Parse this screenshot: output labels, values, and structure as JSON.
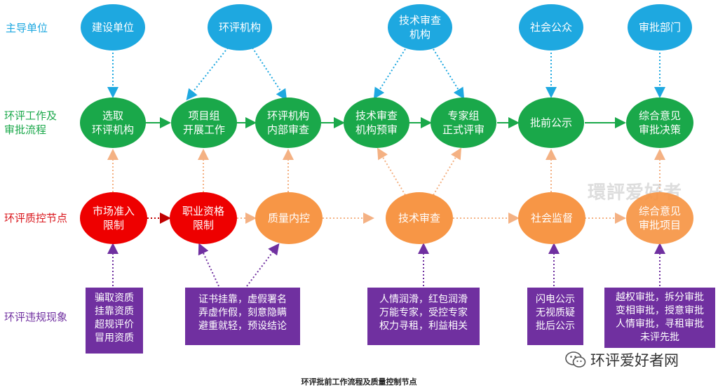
{
  "row_labels": {
    "lead": "主导单位",
    "workflow": [
      "环评工作及",
      "审批流程"
    ],
    "quality": "环评质控节点",
    "violation": "环评违规现象"
  },
  "lead_nodes": {
    "jianshe": "建设单位",
    "huanping": "环评机构",
    "jishu": [
      "技术审查",
      "机构"
    ],
    "shehui": "社会公众",
    "shenpi": "审批部门"
  },
  "workflow_nodes": {
    "n1": [
      "选取",
      "环评机构"
    ],
    "n2": [
      "项目组",
      "开展工作"
    ],
    "n3": [
      "环评机构",
      "内部审查"
    ],
    "n4": [
      "技术审查",
      "机构预审"
    ],
    "n5": [
      "专家组",
      "正式评审"
    ],
    "n6": "批前公示",
    "n7": [
      "综合意见",
      "审批决策"
    ]
  },
  "quality_nodes": {
    "q1": [
      "市场准入",
      "限制"
    ],
    "q2": [
      "职业资格",
      "限制"
    ],
    "q3": "质量内控",
    "q4": "技术审查",
    "q5": "社会监督",
    "q6": [
      "综合意见",
      "审批项目"
    ]
  },
  "violation_boxes": {
    "v1": [
      "骗取资质",
      "挂靠资质",
      "超规评价",
      "冒用资质"
    ],
    "v2": [
      "证书挂靠，虚假署名",
      "弄虚作假，刻意隐瞒",
      "避重就轻，预设结论"
    ],
    "v3": [
      "人情润滑，红包润滑",
      "万能专家，受控专家",
      "权力寻租，利益相关"
    ],
    "v4": [
      "闪电公示",
      "无视质疑",
      "批后公示"
    ],
    "v5": [
      "越权审批，拆分审批",
      "变相审批，授意审批",
      "人情审批，寻租审批",
      "未评先批"
    ]
  },
  "caption": "环评批前工作流程及质量控制节点",
  "watermark": "環評爱好者",
  "brand": "环评爱好者网",
  "colors": {
    "lead_blue": "#1ea8e0",
    "green": "#1aa84a",
    "red": "#ee0000",
    "orange": "#f79646",
    "purple": "#7030a0",
    "label_blue": "#1ea8e0",
    "label_green": "#1aa84a",
    "label_red": "#d9141a",
    "label_purple": "#7030a0"
  }
}
